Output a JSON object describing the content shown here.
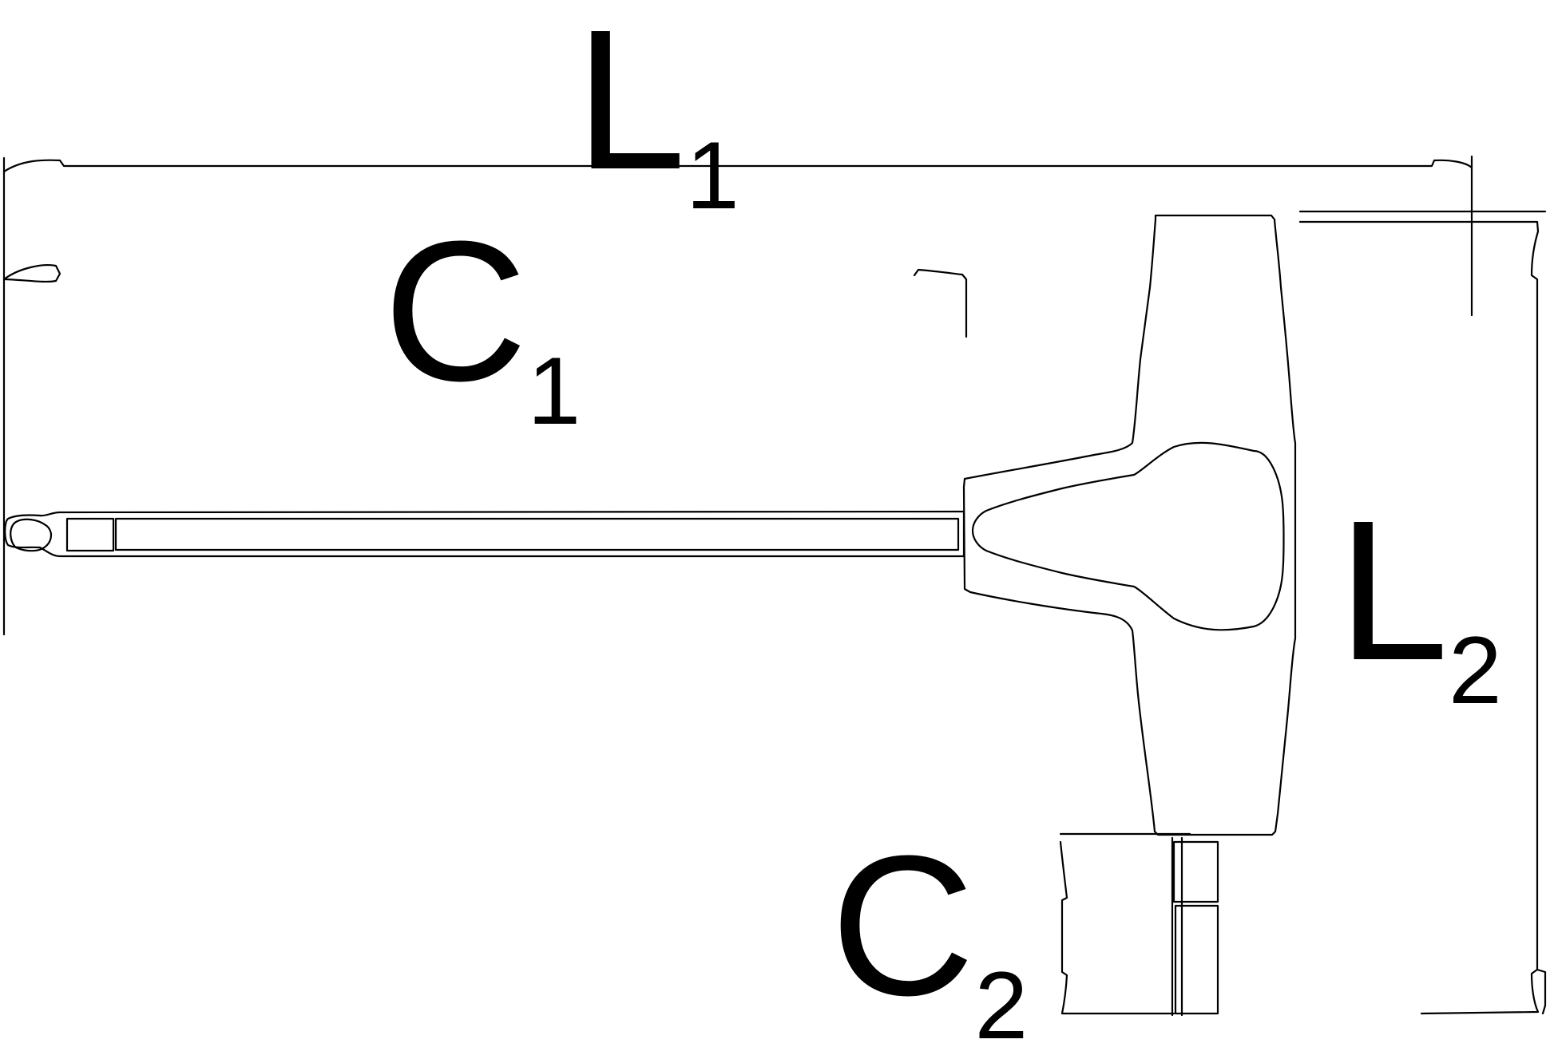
{
  "labels": {
    "L1_main": "L",
    "L1_sub": "1",
    "C1_main": "C",
    "C1_sub": "1",
    "L2_main": "L",
    "L2_sub": "2",
    "C2_main": "C",
    "C2_sub": "2"
  },
  "colors": {
    "stroke": "#000000",
    "background": "#ffffff"
  }
}
